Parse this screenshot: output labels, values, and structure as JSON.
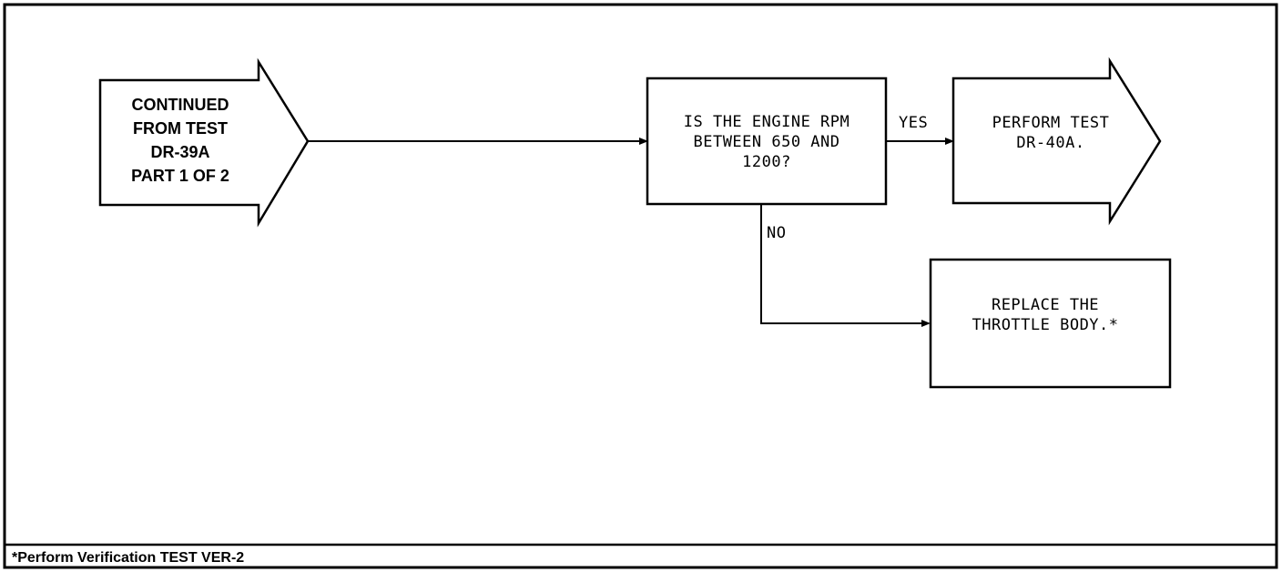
{
  "start_arrow": {
    "lines": [
      "CONTINUED",
      "FROM TEST",
      "DR-39A",
      "PART 1 OF 2"
    ]
  },
  "decision": {
    "lines": [
      "IS THE ENGINE RPM",
      "BETWEEN 650 AND",
      "1200?"
    ]
  },
  "yes_label": "YES",
  "no_label": "NO",
  "yes_arrow": {
    "lines": [
      "PERFORM TEST",
      "DR-40A."
    ]
  },
  "no_box": {
    "lines": [
      "REPLACE THE",
      "THROTTLE BODY.*"
    ]
  },
  "footer": {
    "note": "*Perform Verification TEST VER-2"
  }
}
